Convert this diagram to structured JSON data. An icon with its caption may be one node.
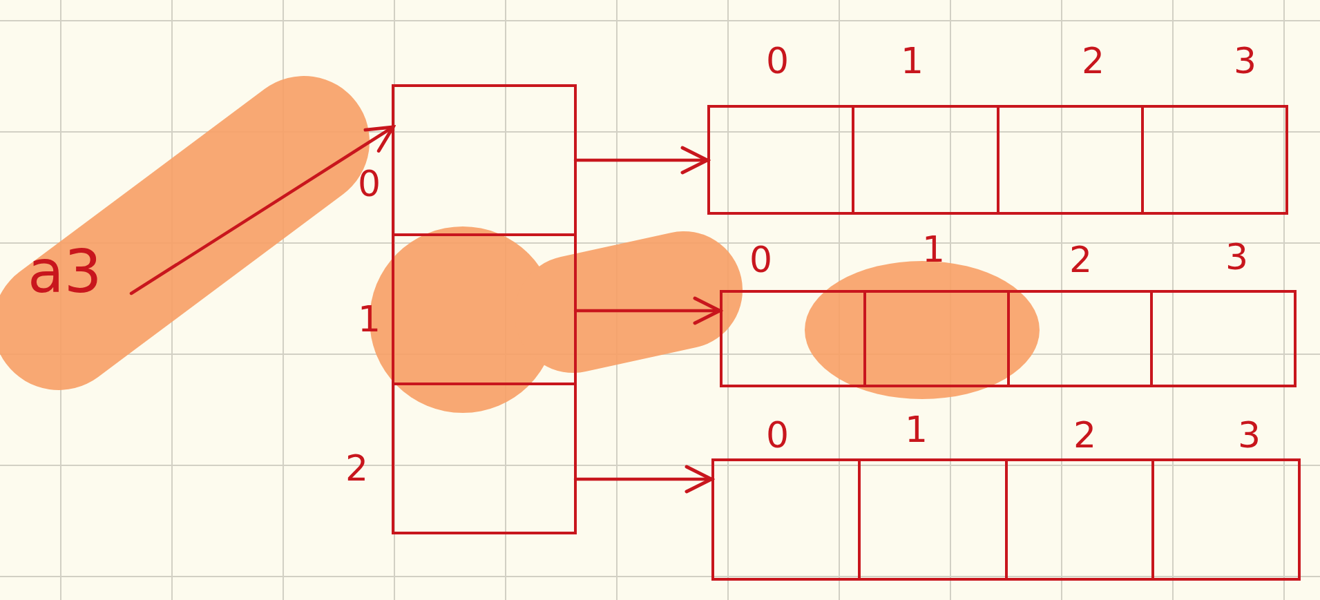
{
  "diagram": {
    "nodes": [
      {
        "text": [
          "a3"
        ]
      },
      {
        "text": [],
        "shape": "box"
      },
      {
        "text": [],
        "shape": "box",
        "in": 1
      },
      {
        "text": [],
        "shape": "box",
        "in": 1
      },
      {
        "text": [],
        "shape": "box",
        "in": 1
      },
      {
        "text": [],
        "shape": "box"
      },
      {
        "text": [],
        "shape": "box",
        "in": 5
      },
      {
        "text": [],
        "shape": "box",
        "in": 5
      },
      {
        "text": [],
        "shape": "box",
        "in": 5
      },
      {
        "text": [],
        "shape": "box",
        "in": 5
      },
      {
        "text": [],
        "shape": "box"
      },
      {
        "text": [],
        "shape": "box",
        "in": 10
      },
      {
        "text": [],
        "shape": "box",
        "in": 10
      },
      {
        "text": [],
        "shape": "box",
        "in": 10
      },
      {
        "text": [],
        "shape": "box",
        "in": 10
      },
      {
        "text": [],
        "shape": "box"
      },
      {
        "text": [],
        "shape": "box",
        "in": 15
      },
      {
        "text": [],
        "shape": "box",
        "in": 15
      },
      {
        "text": [],
        "shape": "box",
        "in": 15
      },
      {
        "text": [],
        "shape": "box",
        "in": 15
      }
    ],
    "edges": [
      {
        "from": 0,
        "to": 2,
        "arrow": "to"
      },
      {
        "from": 2,
        "to": 5,
        "arrow": "to"
      },
      {
        "from": 3,
        "to": 10,
        "arrow": "to"
      },
      {
        "from": 4,
        "to": 15,
        "arrow": "to"
      }
    ],
    "labels": [
      "0",
      "1",
      "2",
      "3",
      "0",
      "0",
      "1",
      "2",
      "3",
      "1",
      "0",
      "1",
      "2",
      "3",
      "2"
    ]
  }
}
